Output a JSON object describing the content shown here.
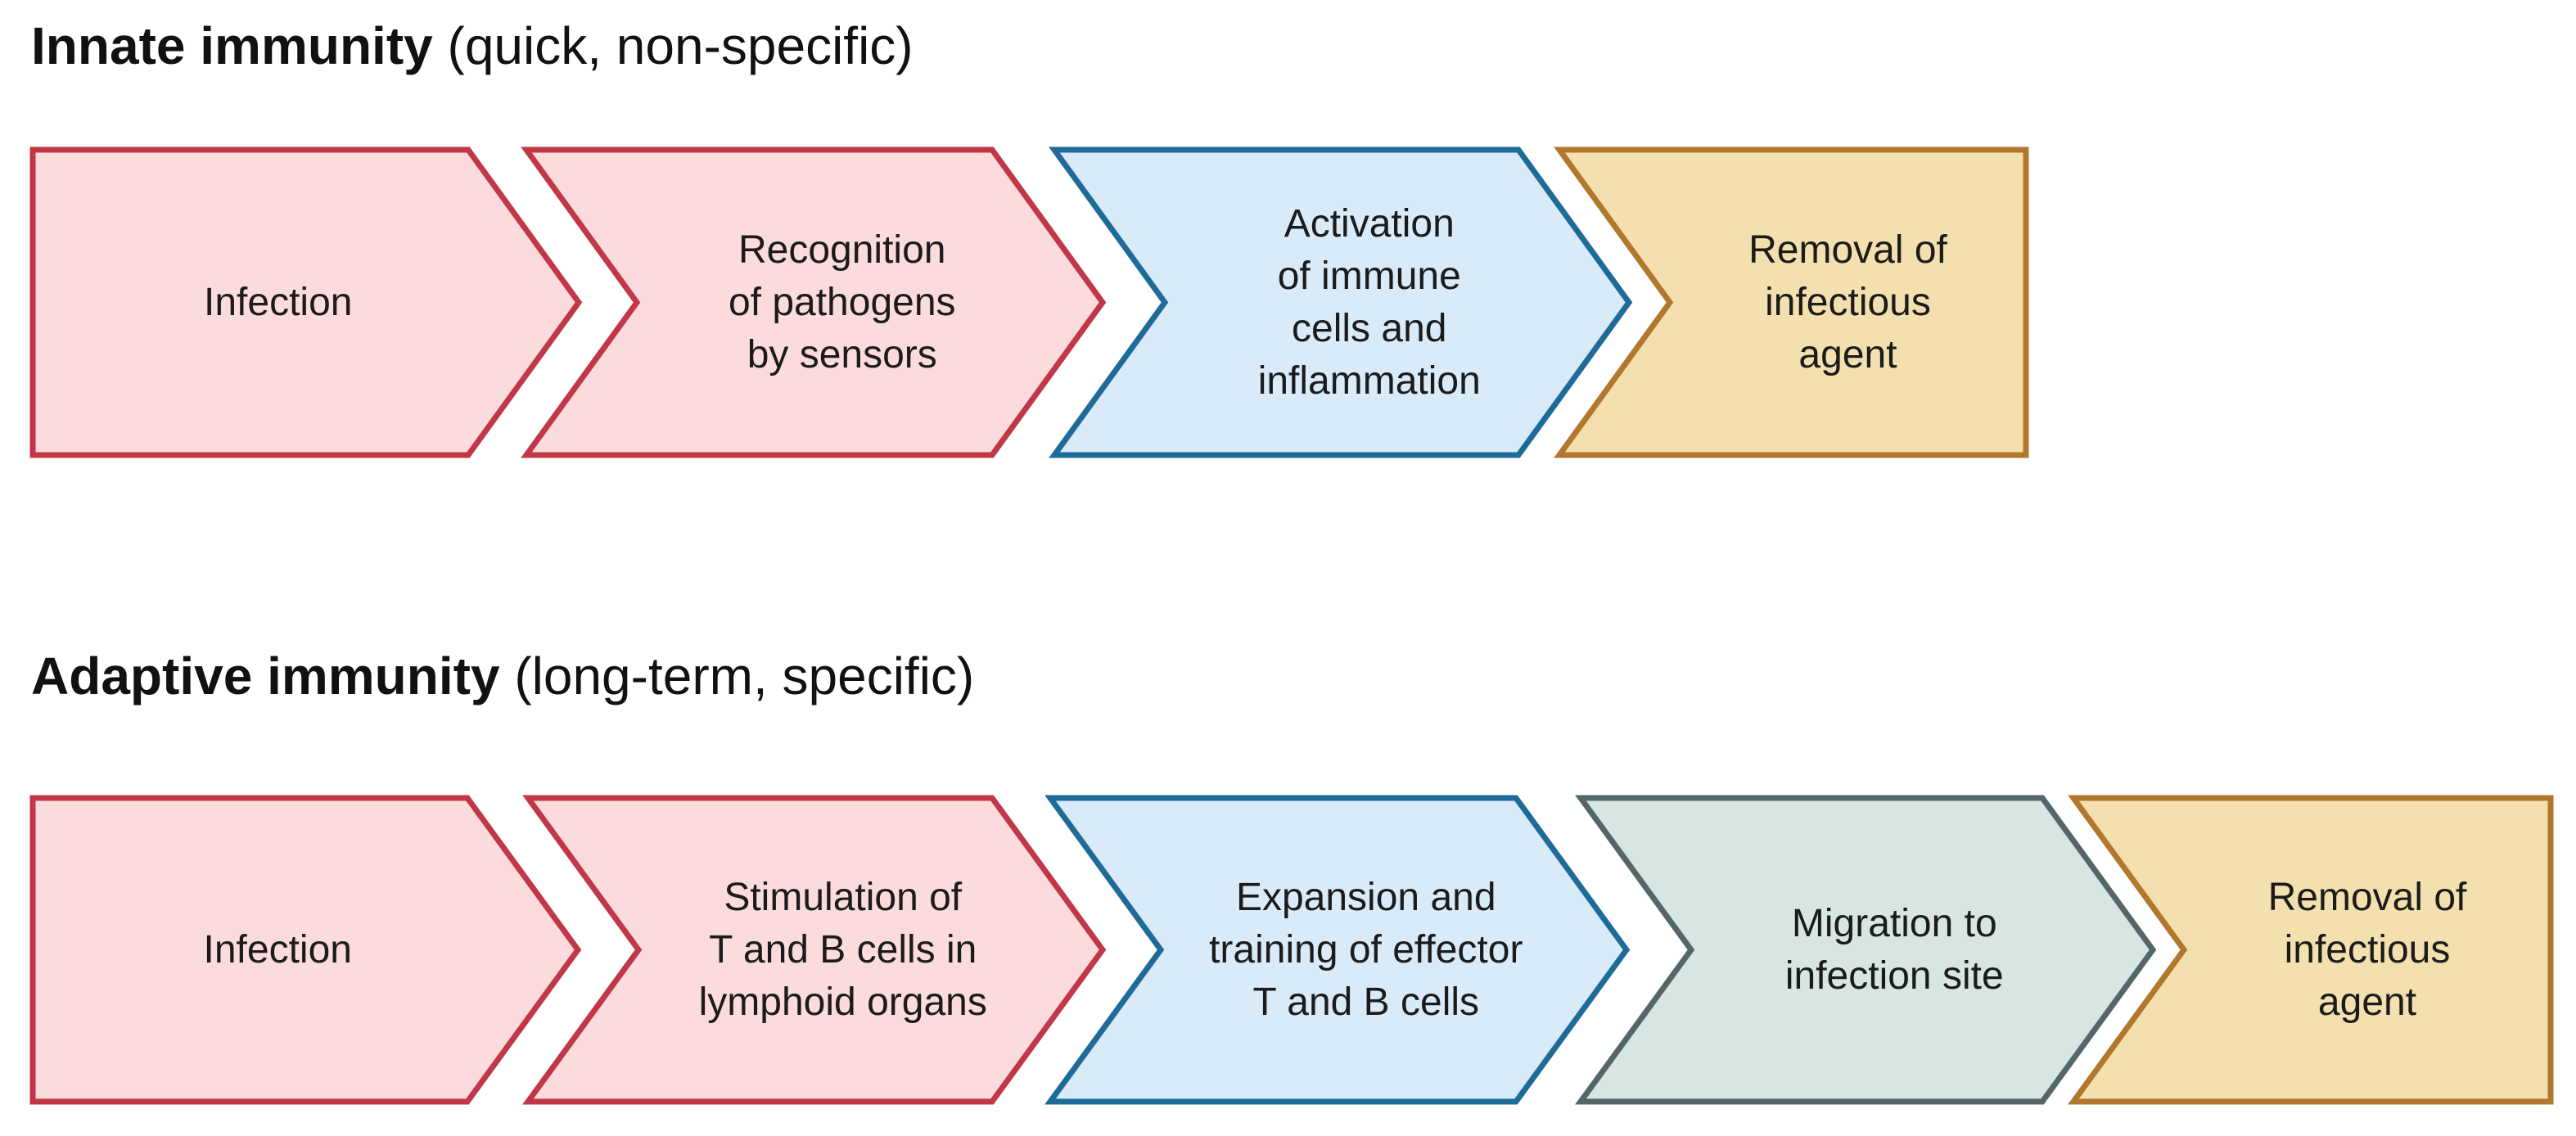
{
  "page": {
    "background": "#ffffff",
    "text_color": "#1b1b1b"
  },
  "palettes": {
    "red": {
      "stroke": "#c23747",
      "fill": "#fbdbdb"
    },
    "blue": {
      "stroke": "#1e6b99",
      "fill": "#d9ebf9"
    },
    "tan": {
      "stroke": "#b1772d",
      "fill": "#f3e0ae"
    },
    "green": {
      "stroke": "#546668",
      "fill": "#d8e6e1"
    }
  },
  "rows": [
    {
      "id": "innate-immunity",
      "title_bold": "Innate immunity",
      "title_normal": " (quick, non-specific)",
      "steps": [
        {
          "label": "Infection",
          "lines": [
            "Infection"
          ],
          "palette": "red"
        },
        {
          "label": "Recognition of pathogens by sensors",
          "lines": [
            "Recognition",
            "of pathogens",
            "by sensors"
          ],
          "palette": "red"
        },
        {
          "label": "Activation of immune cells and inflammation",
          "lines": [
            "Activation",
            "of immune",
            "cells and",
            "inflammation"
          ],
          "palette": "blue"
        },
        {
          "label": "Removal of infectious agent",
          "lines": [
            "Removal of",
            "infectious",
            "agent"
          ],
          "palette": "tan"
        }
      ]
    },
    {
      "id": "adaptive-immunity",
      "title_bold": "Adaptive immunity",
      "title_normal": " (long-term, specific)",
      "steps": [
        {
          "label": "Infection",
          "lines": [
            "Infection"
          ],
          "palette": "red"
        },
        {
          "label": "Stimulation of T and B cells in lymphoid organs",
          "lines": [
            "Stimulation of",
            "T and B cells in",
            "lymphoid organs"
          ],
          "palette": "red"
        },
        {
          "label": "Expansion and training of effector T and B cells",
          "lines": [
            "Expansion and",
            "training of effector",
            "T and B cells"
          ],
          "palette": "blue"
        },
        {
          "label": "Migration to infection site",
          "lines": [
            "Migration to",
            "infection site"
          ],
          "palette": "green"
        },
        {
          "label": "Removal of infectious agent",
          "lines": [
            "Removal of",
            "infectious",
            "agent"
          ],
          "palette": "tan"
        }
      ]
    }
  ]
}
